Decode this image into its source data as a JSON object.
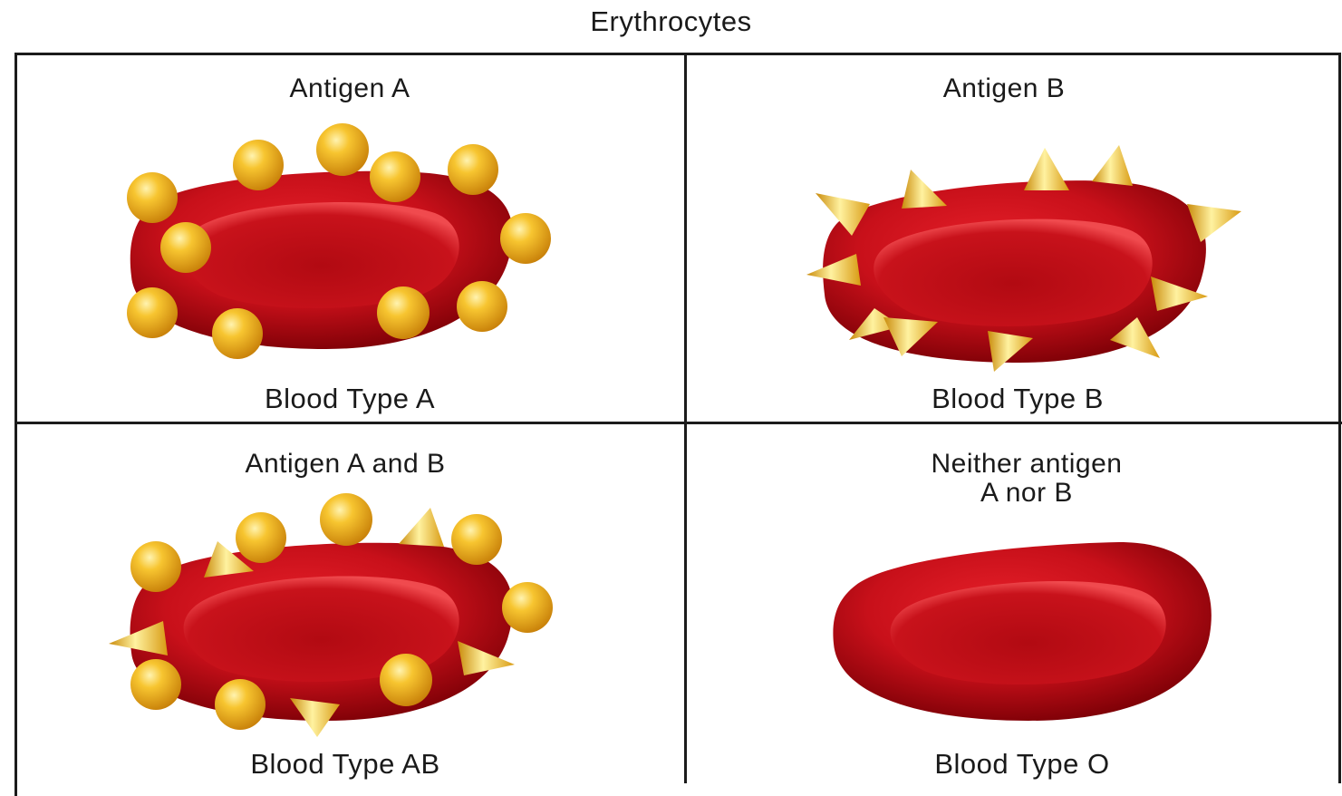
{
  "title": "Erythrocytes",
  "cells": [
    {
      "antigen_label": "Antigen A",
      "blood_type": "Blood Type A",
      "markers": "sphere"
    },
    {
      "antigen_label": "Antigen B",
      "blood_type": "Blood Type B",
      "markers": "spike"
    },
    {
      "antigen_label": "Antigen A and B",
      "blood_type": "Blood Type AB",
      "markers": "sphere+spike"
    },
    {
      "antigen_label_line1": "Neither antigen",
      "antigen_label_line2": "A nor B",
      "blood_type": "Blood Type O",
      "markers": "none"
    }
  ],
  "colors": {
    "cell_red": "#c8101a",
    "cell_dark": "#8a0008",
    "antigen_gold": "#f2b21c",
    "border": "#1b1b1b"
  }
}
